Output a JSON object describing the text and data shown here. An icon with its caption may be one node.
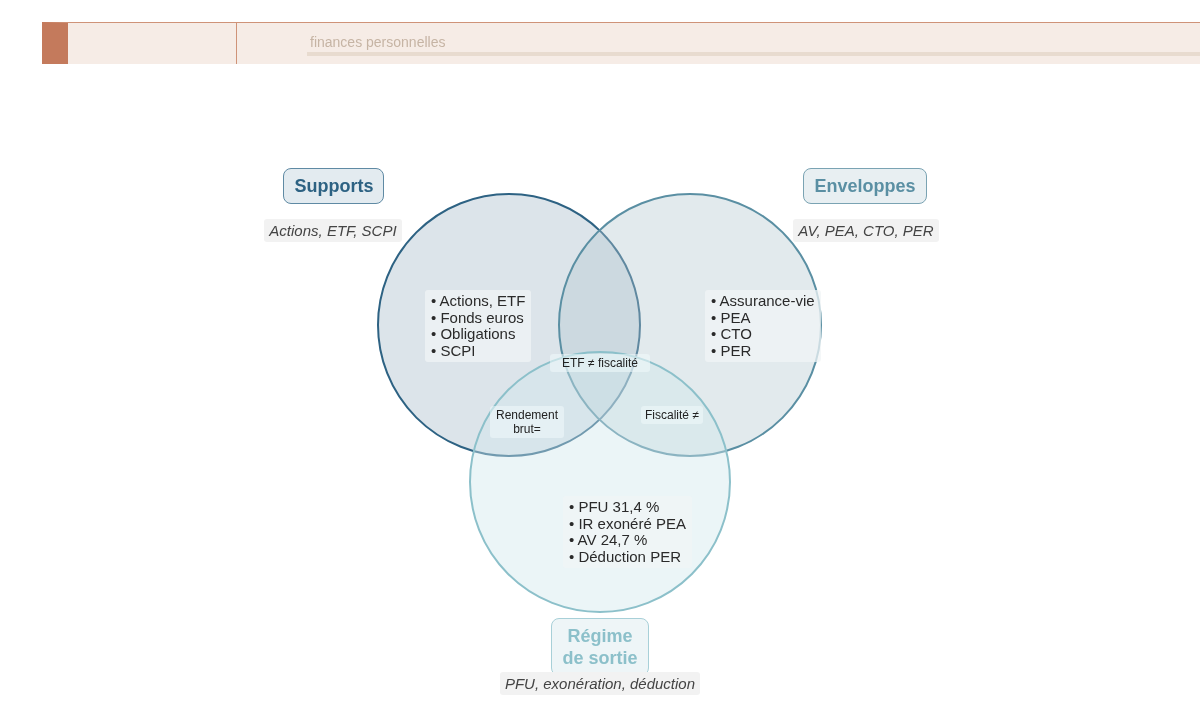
{
  "diagram": {
    "nodes": [
      {
        "text": [
          "Supports",
          "• Actions, ETF",
          "• Fonds euros",
          "• Obligations",
          "• SCPI"
        ],
        "beside": [
          "Actions, ETF, SCPI"
        ]
      },
      {
        "text": [
          "Enveloppes",
          "• Assurance-vie",
          "• PEA",
          "• CTO",
          "• PER"
        ],
        "beside": [
          "AV, PEA, CTO, PER"
        ]
      },
      {
        "text": [
          "• PFU 31,4 %",
          "• IR exonéré PEA",
          "• AV 24,7 %",
          "• Déduction PER",
          "Régime de sortie"
        ],
        "beside": [
          "PFU, exonération, déduction"
        ]
      }
    ],
    "labels": [
      "finances personnelles",
      "ETF ≠ fiscalité",
      "Rendement brut=",
      "Fiscalité ≠"
    ]
  }
}
